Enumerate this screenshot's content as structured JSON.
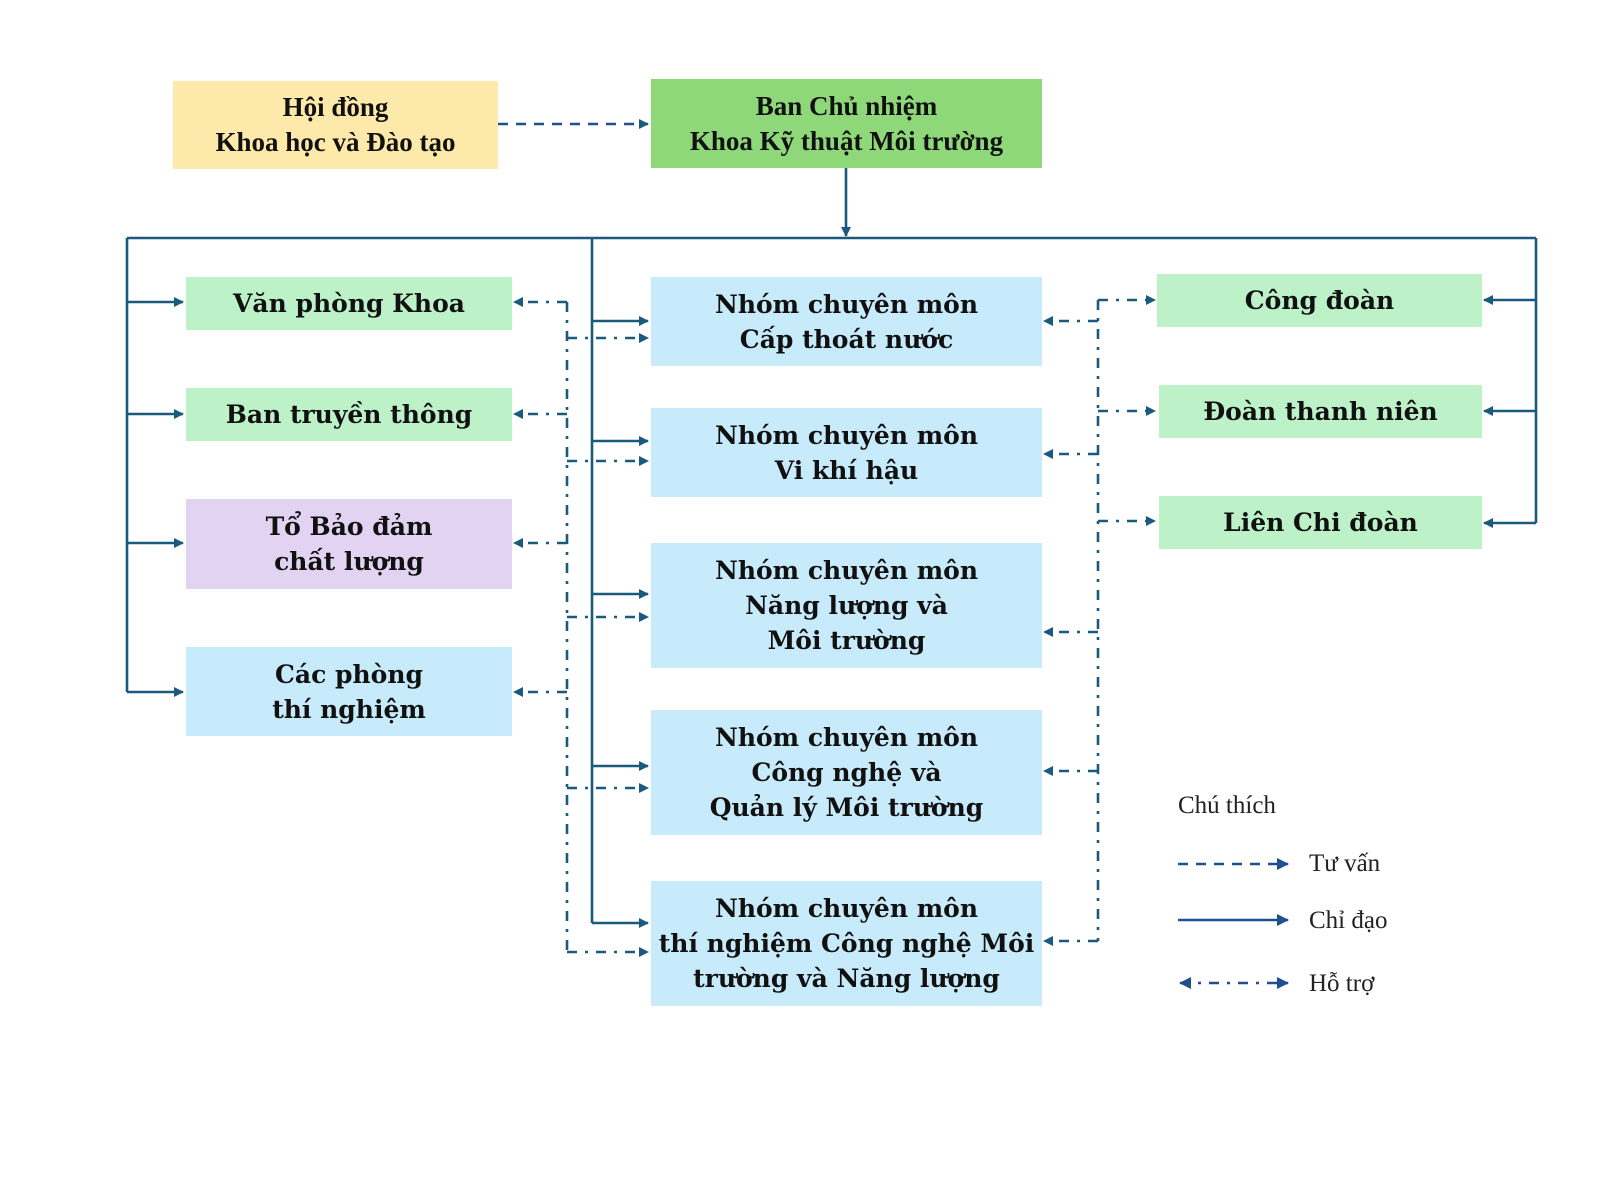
{
  "diagram": {
    "nodes": {
      "council": {
        "lines": [
          "Hội đồng",
          "Khoa học và Đào tạo"
        ]
      },
      "board": {
        "lines": [
          "Ban Chủ nhiệm",
          "Khoa Kỹ thuật Môi trường"
        ]
      },
      "office": {
        "lines": [
          "Văn phòng Khoa"
        ]
      },
      "media": {
        "lines": [
          "Ban truyền thông"
        ]
      },
      "quality": {
        "lines": [
          "Tổ Bảo đảm",
          "chất lượng"
        ]
      },
      "labs": {
        "lines": [
          "Các phòng",
          "thí nghiệm"
        ]
      },
      "group1": {
        "lines": [
          "Nhóm chuyên môn",
          "Cấp thoát nước"
        ]
      },
      "group2": {
        "lines": [
          "Nhóm chuyên môn",
          "Vi khí hậu"
        ]
      },
      "group3": {
        "lines": [
          "Nhóm chuyên môn",
          "Năng lượng và",
          "Môi trường"
        ]
      },
      "group4": {
        "lines": [
          "Nhóm chuyên môn",
          "Công nghệ và",
          "Quản lý Môi trường"
        ]
      },
      "group5": {
        "lines": [
          "Nhóm chuyên môn",
          "thí nghiệm Công nghệ Môi",
          "trường và Năng lượng"
        ]
      },
      "union": {
        "lines": [
          "Công đoàn"
        ]
      },
      "youth": {
        "lines": [
          "Đoàn thanh niên"
        ]
      },
      "branch": {
        "lines": [
          "Liên Chi đoàn"
        ]
      }
    },
    "edges": [
      {
        "from": "council",
        "to": "board",
        "type": "advise"
      },
      {
        "from": "board",
        "to": "office",
        "type": "direct"
      },
      {
        "from": "board",
        "to": "media",
        "type": "direct"
      },
      {
        "from": "board",
        "to": "quality",
        "type": "direct"
      },
      {
        "from": "board",
        "to": "labs",
        "type": "direct"
      },
      {
        "from": "board",
        "to": "group1",
        "type": "direct"
      },
      {
        "from": "board",
        "to": "group2",
        "type": "direct"
      },
      {
        "from": "board",
        "to": "group3",
        "type": "direct"
      },
      {
        "from": "board",
        "to": "group4",
        "type": "direct"
      },
      {
        "from": "board",
        "to": "group5",
        "type": "direct"
      },
      {
        "from": "board",
        "to": "union",
        "type": "direct"
      },
      {
        "from": "board",
        "to": "youth",
        "type": "direct"
      },
      {
        "from": "board",
        "to": "branch",
        "type": "direct"
      },
      {
        "from": "group1",
        "to": "union",
        "type": "support"
      },
      {
        "from": "group1",
        "to": "youth",
        "type": "support"
      },
      {
        "from": "group1",
        "to": "branch",
        "type": "support"
      }
    ],
    "colors": {
      "line": "#1a5a7e",
      "legend_line": "#1f4f8f",
      "council_fill": "#fde9a9",
      "board_fill": "#8fd87a",
      "green_fill": "#bdf2c9",
      "purple_fill": "#e3d3f2",
      "blue_fill": "#c8ebfb"
    }
  },
  "legend": {
    "title": "Chú thích",
    "items": [
      {
        "label": "Tư vấn",
        "type": "advise"
      },
      {
        "label": "Chỉ đạo",
        "type": "direct"
      },
      {
        "label": "Hỗ trợ",
        "type": "support"
      }
    ]
  }
}
